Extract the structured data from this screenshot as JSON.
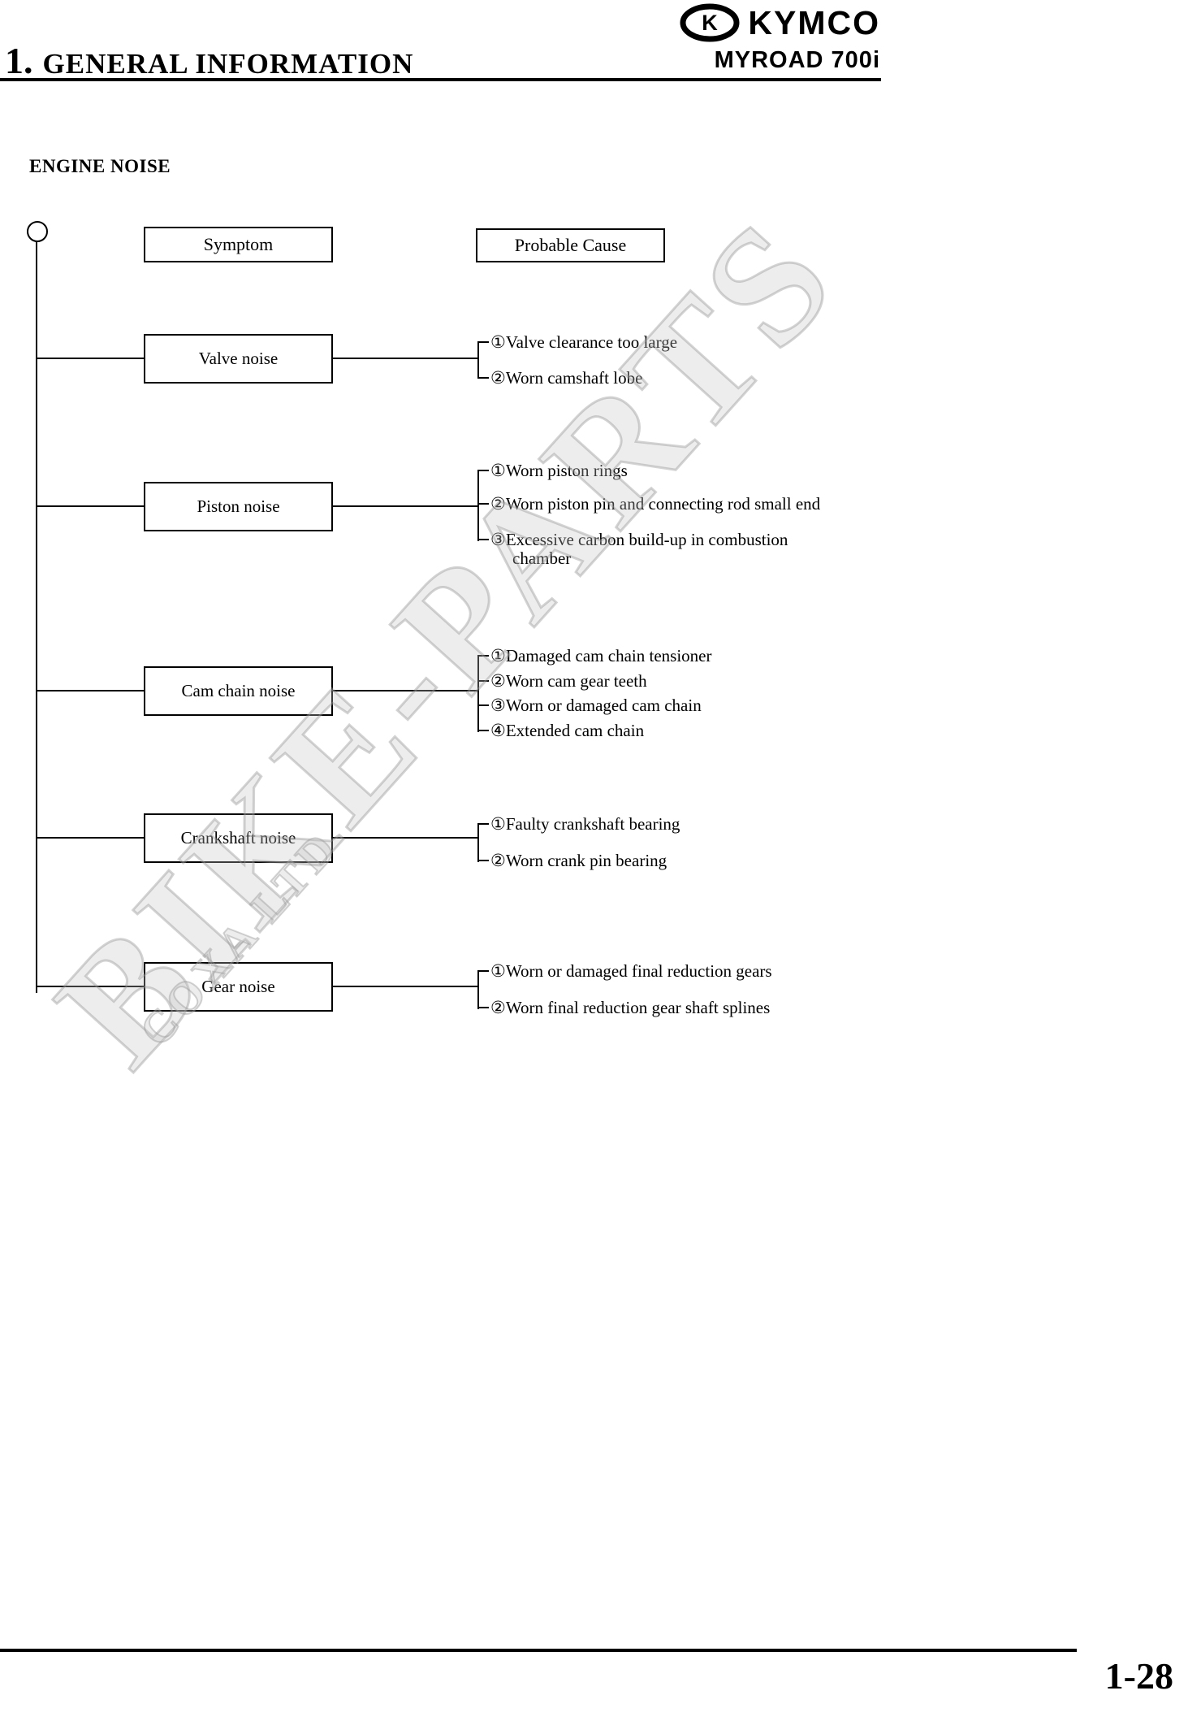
{
  "header": {
    "section_number": "1.",
    "section_title": "GENERAL INFORMATION",
    "brand": "KYMCO",
    "model": "MYROAD 700i",
    "logo_icon": "kymco-oval-k-emblem"
  },
  "content": {
    "heading": "ENGINE NOISE"
  },
  "diagram": {
    "symptom_header": "Symptom",
    "cause_header": "Probable Cause",
    "rows": [
      {
        "symptom": "Valve noise",
        "causes": [
          "①Valve clearance too large",
          "②Worn camshaft lobe"
        ]
      },
      {
        "symptom": "Piston noise",
        "causes": [
          "①Worn piston rings",
          "②Worn piston pin and connecting rod small end",
          "③Excessive carbon build-up in combustion chamber"
        ]
      },
      {
        "symptom": "Cam chain noise",
        "causes": [
          "①Damaged cam chain tensioner",
          "②Worn cam gear teeth",
          "③Worn or damaged cam chain",
          "④Extended cam chain"
        ]
      },
      {
        "symptom": "Crankshaft noise",
        "causes": [
          "①Faulty crankshaft bearing",
          "②Worn crank pin bearing"
        ]
      },
      {
        "symptom": "Gear noise",
        "causes": [
          "①Worn or damaged final reduction gears",
          "②Worn final reduction gear shaft splines"
        ]
      }
    ]
  },
  "watermark": {
    "primary": "BIKE-PARTS",
    "secondary": "COXA LTD"
  },
  "footer": {
    "page_number": "1-28"
  }
}
